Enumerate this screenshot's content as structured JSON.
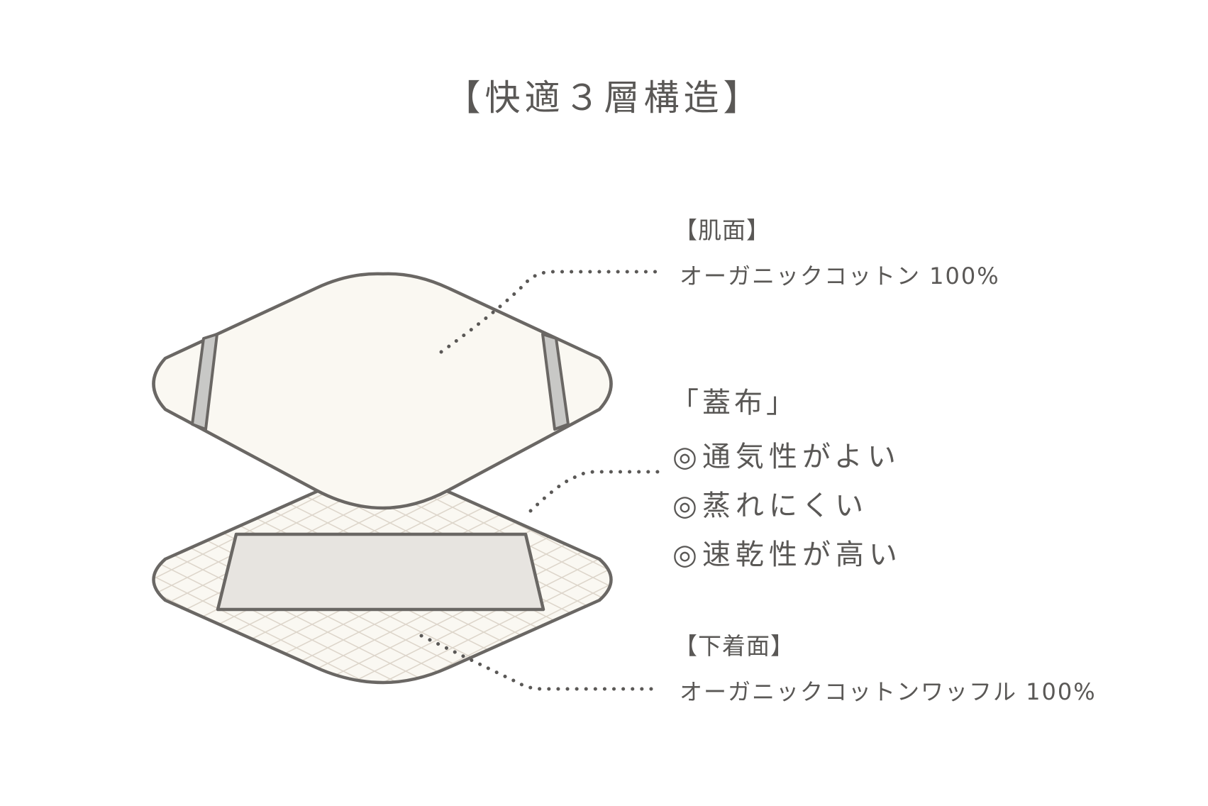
{
  "title": "【快適３層構造】",
  "layers": {
    "top": {
      "heading": "【肌面】",
      "material": "オーガニックコットン 100%"
    },
    "middle": {
      "heading": "「蓋布」",
      "features": [
        "◎通気性がよい",
        "◎蒸れにくい",
        "◎速乾性が高い"
      ]
    },
    "bottom": {
      "heading": "【下着面】",
      "material": "オーガニックコットンワッフル 100%"
    }
  },
  "colors": {
    "outline": "#6a6764",
    "cream": "#faf8f2",
    "grid": "#ddd6cb",
    "middle_sheet": "#e7e4e0",
    "strap": "#c8c8c6",
    "text": "#5a5856"
  }
}
